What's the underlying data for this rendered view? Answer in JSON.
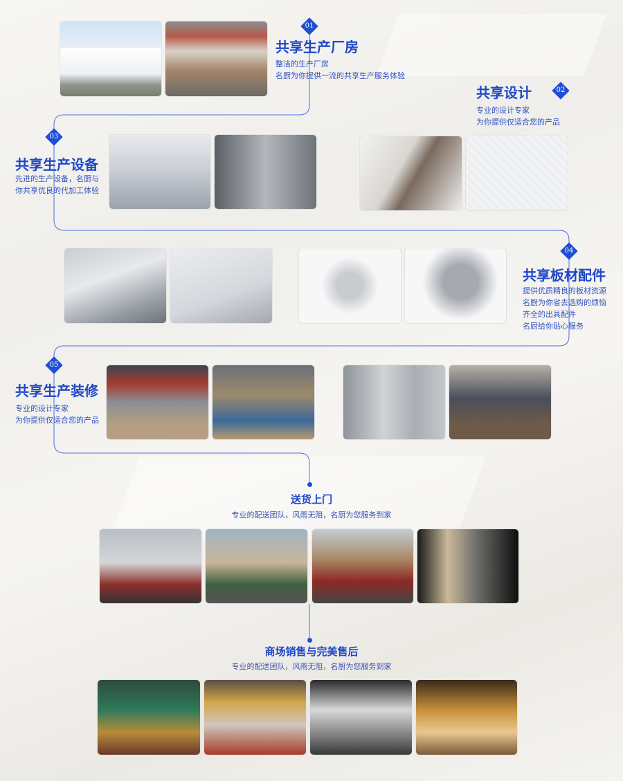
{
  "sections": [
    {
      "num": "01",
      "title": "共享生产厂房",
      "lines": [
        "整洁的生产厂房",
        "名厨为你提供一流的共享生产服务体验"
      ]
    },
    {
      "num": "02",
      "title": "共享设计",
      "lines": [
        "专业的设计专家",
        "为你提供仅适合您的产品"
      ]
    },
    {
      "num": "03",
      "title": "共享生产设备",
      "lines": [
        "先进的生产设备，名厨与",
        "你共享优良的代加工体验"
      ]
    },
    {
      "num": "04",
      "title": "共享板材配件",
      "lines": [
        "提供优质精良的板材资源",
        "名厨为你省去选购的烦恼",
        "齐全的出具配件",
        "名厨给你贴心服务"
      ]
    },
    {
      "num": "05",
      "title": "共享生产装修",
      "lines": [
        "专业的设计专家",
        "为你提供仅适合您的产品"
      ]
    }
  ],
  "delivery": {
    "title": "送货上门",
    "desc": "专业的配送团队，风雨无阻，名厨为您服务到家"
  },
  "retail": {
    "title": "商场销售与完美售后",
    "desc": "专业的配送团队，风雨无阻，名厨为您服务到家"
  },
  "colors": {
    "accent": "#1f4fd6",
    "line": "#4a6fe0"
  }
}
